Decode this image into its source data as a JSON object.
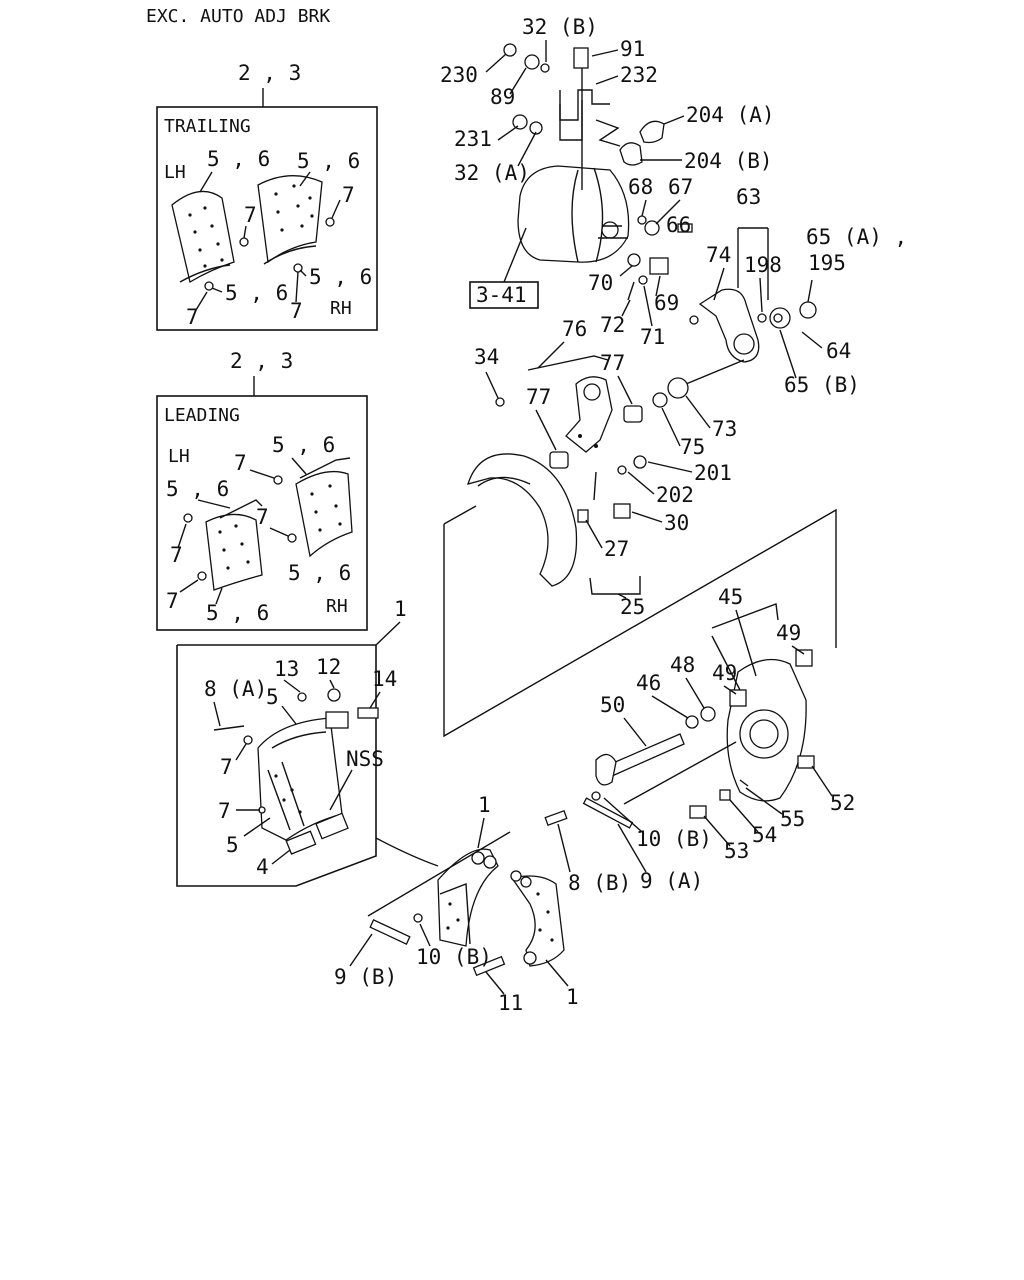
{
  "header": {
    "title": "EXC. AUTO ADJ BRK"
  },
  "trailing_box": {
    "ref": "2 , 3",
    "title": "TRAILING",
    "side_left": "LH",
    "side_right": "RH",
    "labels": [
      "5 , 6",
      "5 , 6",
      "7",
      "7",
      "5 , 6",
      "5 , 6",
      "7",
      "7"
    ]
  },
  "leading_box": {
    "ref": "2 , 3",
    "title": "LEADING",
    "side_left": "LH",
    "side_right": "RH",
    "labels": [
      "5 , 6",
      "7",
      "5 , 6",
      "7",
      "7",
      "5 , 6",
      "7",
      "5 , 6"
    ]
  },
  "shoe_box": {
    "ref": "1",
    "labels": [
      "8 (A)",
      "13",
      "12",
      "14",
      "5",
      "7",
      "NSS",
      "7",
      "5",
      "4"
    ]
  },
  "chamber": {
    "ref_box": "3-41",
    "labels": [
      "32 (B)",
      "91",
      "230",
      "232",
      "89",
      "204 (A)",
      "231",
      "204 (B)",
      "32 (A)",
      "68",
      "67",
      "63",
      "65 (A) ,",
      "195",
      "66",
      "74",
      "198",
      "70",
      "69",
      "72",
      "71",
      "64",
      "65 (B)"
    ]
  },
  "mid": {
    "labels": [
      "76",
      "34",
      "77",
      "77",
      "73",
      "75",
      "201",
      "202",
      "30",
      "27",
      "25"
    ]
  },
  "spider": {
    "labels": [
      "45",
      "49",
      "49",
      "48",
      "46",
      "50",
      "52",
      "55",
      "54",
      "53",
      "10 (B)",
      "9 (A)"
    ]
  },
  "bottom": {
    "labels": [
      "1",
      "8 (B)",
      "9 (B)",
      "10 (B)",
      "11",
      "1"
    ]
  }
}
